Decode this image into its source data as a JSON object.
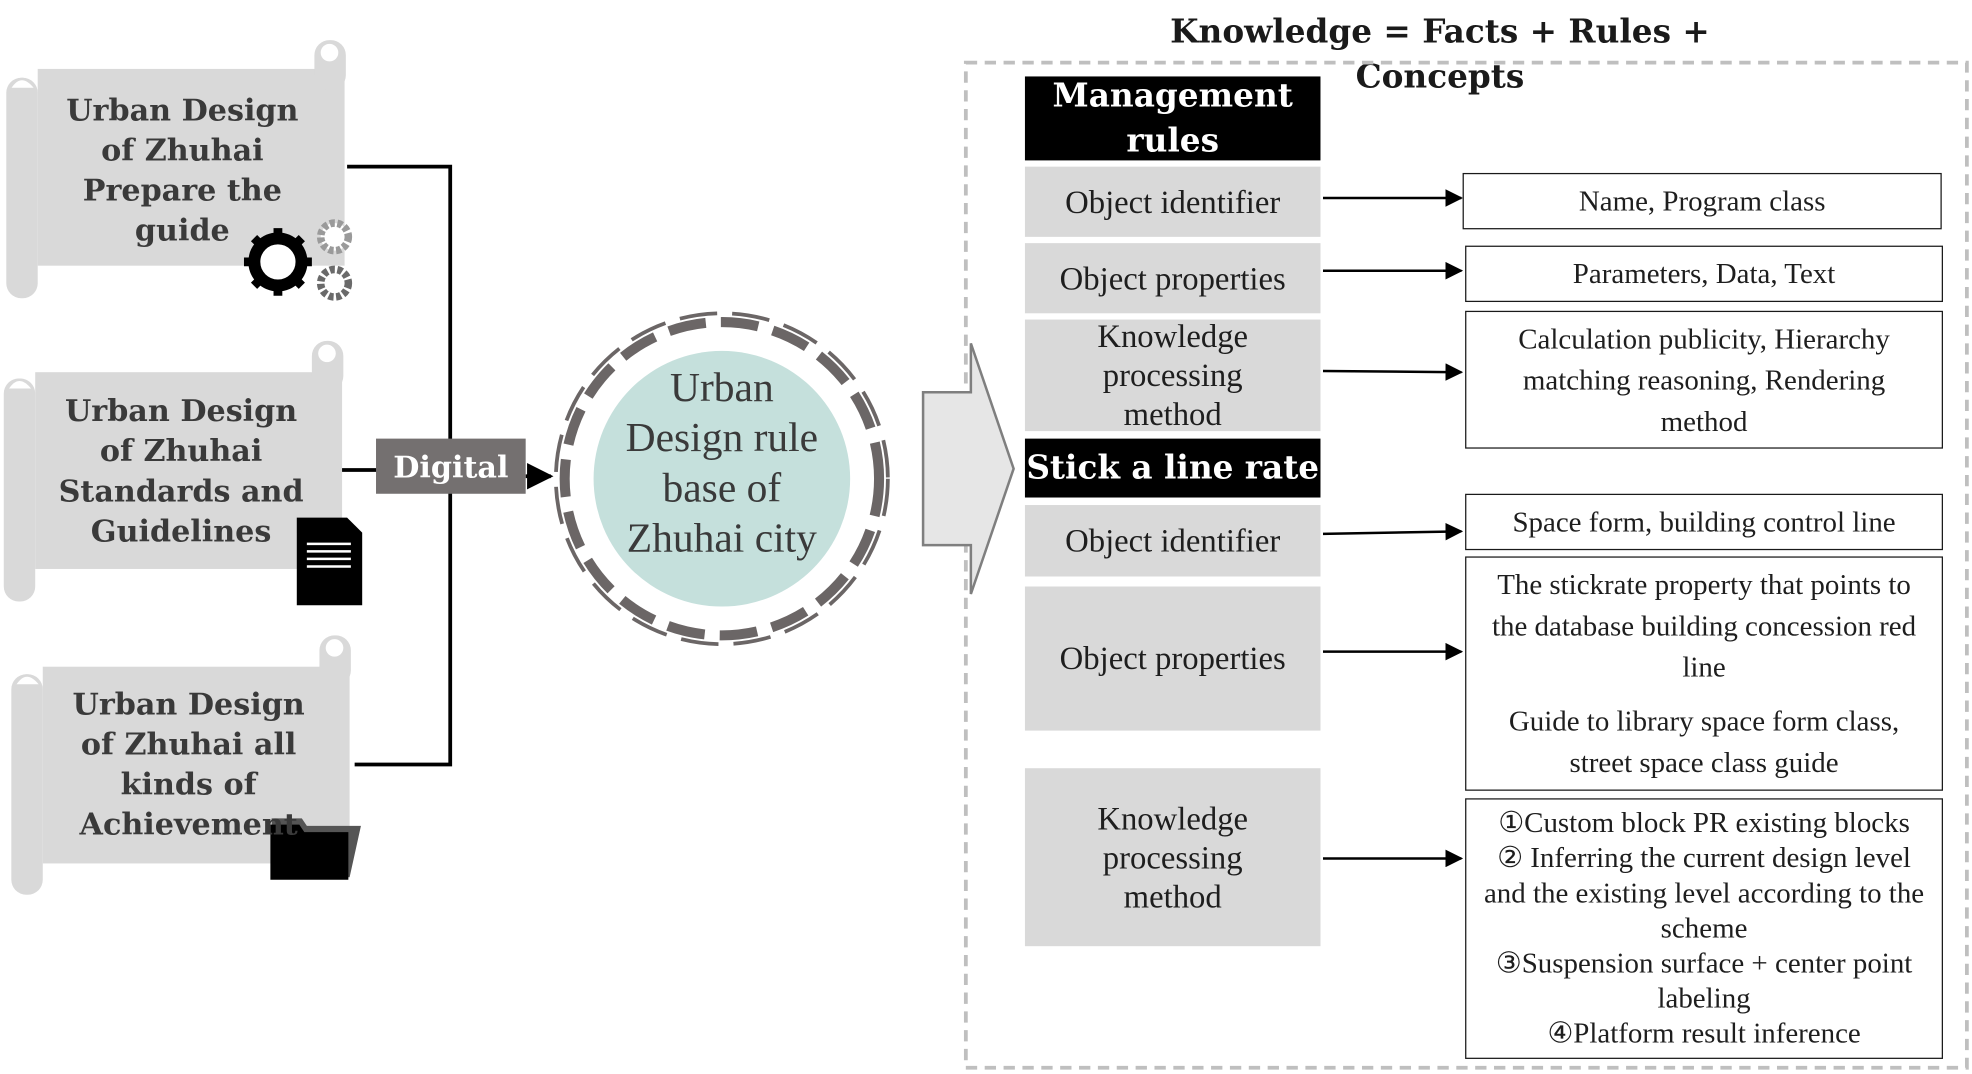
{
  "title": "Knowledge = Facts + Rules + Concepts",
  "sources": [
    {
      "label": "Urban Design of Zhuhai Prepare the guide",
      "icon": "gears-icon"
    },
    {
      "label": "Urban Design of Zhuhai Standards and Guidelines",
      "icon": "document-icon"
    },
    {
      "label": "Urban Design of Zhuhai all kinds of Achievement",
      "icon": "folder-icon"
    }
  ],
  "digital_label": "Digital",
  "center_label": "Urban Design rule base of Zhuhai city",
  "sections": [
    {
      "header": "Management rules",
      "rows": [
        {
          "label": "Object identifier",
          "detail": [
            "Name, Program class"
          ]
        },
        {
          "label": "Object properties",
          "detail": [
            "Parameters, Data, Text"
          ]
        },
        {
          "label": "Knowledge processing method",
          "detail": [
            "Calculation publicity, Hierarchy matching reasoning, Rendering method"
          ]
        }
      ]
    },
    {
      "header": "Stick a line rate",
      "rows": [
        {
          "label": "Object identifier",
          "detail": [
            "Space form, building control line"
          ]
        },
        {
          "label": "Object properties",
          "detail": [
            "The stickrate property that points to the database building concession red line",
            "Guide to library space form class, street space class guide"
          ]
        },
        {
          "label": "Knowledge processing method",
          "detail": [
            "①Custom block PR existing blocks",
            "② Inferring the current design level and the existing level according to the scheme",
            "③Suspension surface + center point labeling",
            "④Platform result inference"
          ]
        }
      ]
    }
  ],
  "colors": {
    "scroll_fill": "#d9d9d9",
    "header_fill": "#000000",
    "row_fill": "#d9d9d9",
    "digital_fill": "#747070",
    "circle_fill": "#c5e0dc",
    "ring": "#6b6666",
    "dashed_border": "#bfbfbf"
  }
}
